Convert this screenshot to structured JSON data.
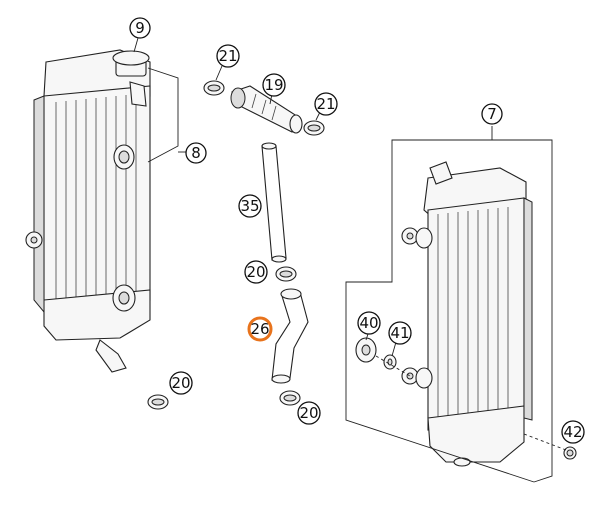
{
  "colors": {
    "line": "#222222",
    "highlight": "#e8731c",
    "background": "#ffffff"
  },
  "callouts": [
    {
      "id": "c9",
      "label": "9"
    },
    {
      "id": "c8",
      "label": "8"
    },
    {
      "id": "c21a",
      "label": "21"
    },
    {
      "id": "c19",
      "label": "19"
    },
    {
      "id": "c21b",
      "label": "21"
    },
    {
      "id": "c35",
      "label": "35"
    },
    {
      "id": "c20a",
      "label": "20"
    },
    {
      "id": "c26",
      "label": "26",
      "highlighted": true
    },
    {
      "id": "c20b",
      "label": "20"
    },
    {
      "id": "c20c",
      "label": "20"
    },
    {
      "id": "c7",
      "label": "7"
    },
    {
      "id": "c40",
      "label": "40"
    },
    {
      "id": "c41",
      "label": "41"
    },
    {
      "id": "c42",
      "label": "42"
    }
  ]
}
